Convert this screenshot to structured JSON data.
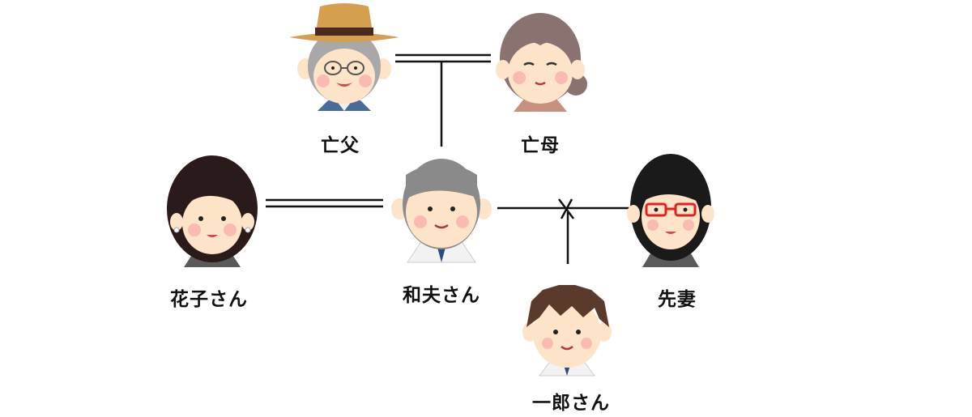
{
  "people": {
    "father": {
      "label": "亡父"
    },
    "mother": {
      "label": "亡母"
    },
    "kazuo": {
      "label": "和夫さん"
    },
    "hanako": {
      "label": "花子さん"
    },
    "former_wife": {
      "label": "先妻"
    },
    "ichiro": {
      "label": "一郎さん"
    }
  },
  "relationships": [
    {
      "type": "marriage",
      "between": [
        "father",
        "mother"
      ]
    },
    {
      "type": "parent-child",
      "parents": [
        "father",
        "mother"
      ],
      "child": "kazuo"
    },
    {
      "type": "marriage",
      "between": [
        "hanako",
        "kazuo"
      ]
    },
    {
      "type": "divorce",
      "between": [
        "kazuo",
        "former_wife"
      ]
    },
    {
      "type": "parent-child",
      "parents": [
        "kazuo",
        "former_wife"
      ],
      "child": "ichiro"
    }
  ],
  "colors": {
    "line": "#111111",
    "skin": "#fde3c8",
    "cheek": "#f7a8a8",
    "hair_gray": "#8f8f8f",
    "hair_brown": "#5a3a2a",
    "hair_black": "#1a1a1a",
    "glasses_red": "#e02020"
  }
}
